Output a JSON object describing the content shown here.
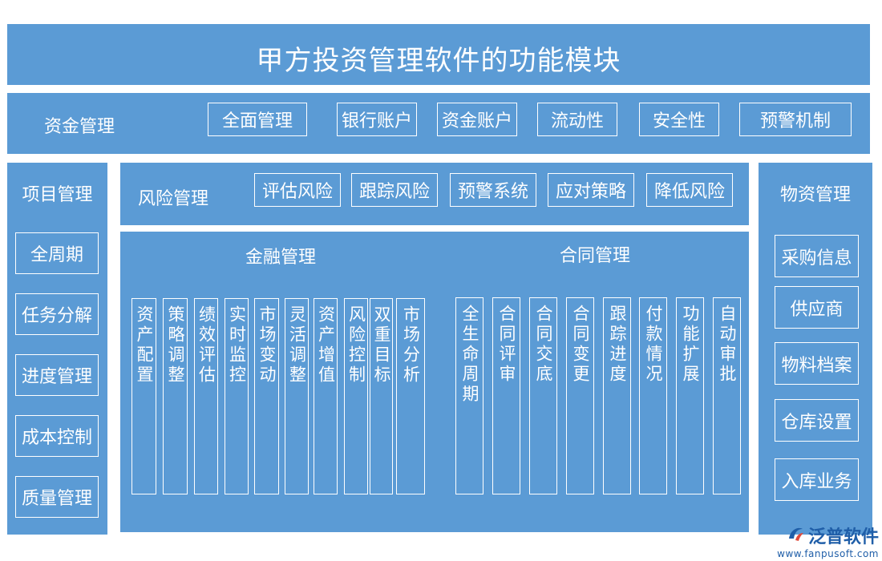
{
  "title": "甲方投资管理软件的功能模块",
  "funds": {
    "label": "资金管理",
    "items": [
      "全面管理",
      "银行账户",
      "资金账户",
      "流动性",
      "安全性",
      "预警机制"
    ]
  },
  "project": {
    "label": "项目管理",
    "items": [
      "全周期",
      "任务分解",
      "进度管理",
      "成本控制",
      "质量管理"
    ]
  },
  "risk": {
    "label": "风险管理",
    "items": [
      "评估风险",
      "跟踪风险",
      "预警系统",
      "应对策略",
      "降低风险"
    ]
  },
  "finance": {
    "label": "金融管理",
    "items": [
      "资产配置",
      "策略调整",
      "绩效评估",
      "实时监控",
      "市场变动",
      "灵活调整",
      "资产增值",
      "风险控制",
      "双重目标",
      "市场分析"
    ]
  },
  "contract": {
    "label": "合同管理",
    "items": [
      "全生命周期",
      "合同评审",
      "合同交底",
      "合同变更",
      "跟踪进度",
      "付款情况",
      "功能扩展",
      "自动审批"
    ]
  },
  "materials": {
    "label": "物资管理",
    "items": [
      "采购信息",
      "供应商",
      "物料档案",
      "仓库设置",
      "入库业务"
    ]
  },
  "watermark": {
    "brand": "泛普软件",
    "url": "www.fanpusoft.com",
    "logo_icon": "fanpu-logo-icon"
  },
  "colors": {
    "panel": "#5b9bd5",
    "text": "#ffffff",
    "brand": "#1f5ea8"
  }
}
